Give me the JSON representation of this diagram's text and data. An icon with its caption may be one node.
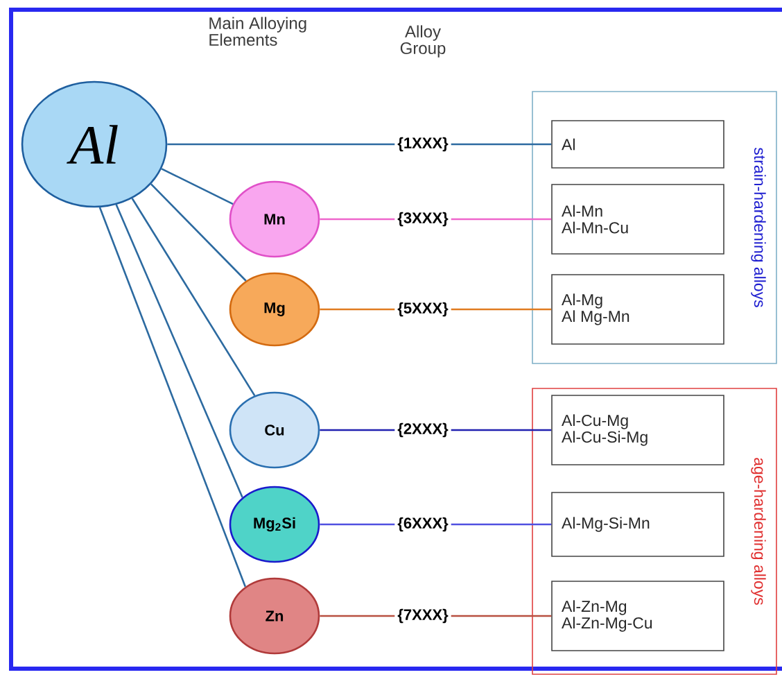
{
  "diagram": {
    "nodes": [
      {
        "text": [
          "Al"
        ]
      },
      {
        "text": [
          "Mn"
        ]
      },
      {
        "text": [
          "Mg"
        ]
      },
      {
        "text": [
          "Cu"
        ]
      },
      {
        "text": [
          "Mg$_{2}$Si"
        ]
      },
      {
        "text": [
          "Zn"
        ]
      },
      {
        "text": [
          "strain-hardening alloys"
        ]
      },
      {
        "text": [
          "Al"
        ],
        "in": 6
      },
      {
        "text": [
          "Al-Mn",
          "Al-Mn-Cu"
        ],
        "in": 6
      },
      {
        "text": [
          "Al-Mg",
          "Al Mg-Mn"
        ],
        "in": 6
      },
      {
        "text": [
          "age-hardening alloys"
        ]
      },
      {
        "text": [
          "Al-Cu-Mg",
          "Al-Cu-Si-Mg"
        ],
        "in": 10
      },
      {
        "text": [
          "Al-Mg-Si-Mn"
        ],
        "in": 10
      },
      {
        "text": [
          "Al-Zn-Mg",
          "Al-Zn-Mg-Cu"
        ],
        "in": 10
      }
    ],
    "edges": [
      {
        "from": 0,
        "to": 1,
        "arrow": "none"
      },
      {
        "from": 0,
        "to": 2,
        "arrow": "none"
      },
      {
        "from": 0,
        "to": 3,
        "arrow": "none"
      },
      {
        "from": 0,
        "to": 4,
        "arrow": "none"
      },
      {
        "from": 0,
        "to": 5,
        "arrow": "none"
      },
      {
        "from": 0,
        "to": 7,
        "arrow": "none",
        "label": "{1XXX}"
      },
      {
        "from": 1,
        "to": 8,
        "arrow": "none",
        "label": "{3XXX}",
        "color": "#ee66cc"
      },
      {
        "from": 2,
        "to": 9,
        "arrow": "none",
        "label": "{5XXX}",
        "color": "#e07b20"
      },
      {
        "from": 3,
        "to": 11,
        "arrow": "none",
        "label": "{2XXX}",
        "color": "#2020b0"
      },
      {
        "from": 4,
        "to": 12,
        "arrow": "none",
        "label": "{6XXX}",
        "color": "#5050e0"
      },
      {
        "from": 5,
        "to": 13,
        "arrow": "none",
        "label": "{7XXX}",
        "color": "#b85040"
      }
    ],
    "labels": [
      "Main Alloying Elements",
      "Alloy Group"
    ]
  }
}
